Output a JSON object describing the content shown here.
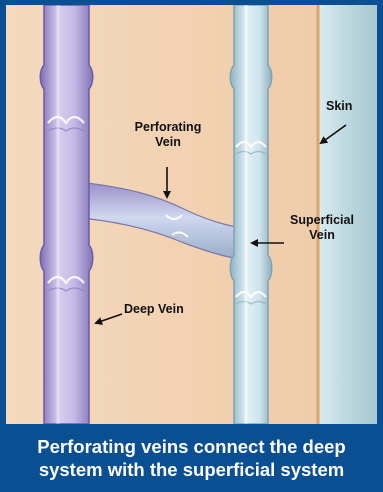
{
  "labels": {
    "skin": "Skin",
    "perforating_line1": "Perforating",
    "perforating_line2": "Vein",
    "superficial_line1": "Superficial",
    "superficial_line2": "Vein",
    "deep": "Deep Vein"
  },
  "caption": {
    "line1": "Perforating veins connect the deep",
    "line2": "system with the superficial system"
  },
  "colors": {
    "frame": "#0b4f93",
    "tissue": "#f2d3b4",
    "skin": "#c4dfe6",
    "deep_vein": "#b9addd",
    "superficial_vein": "#c9e0ea"
  }
}
